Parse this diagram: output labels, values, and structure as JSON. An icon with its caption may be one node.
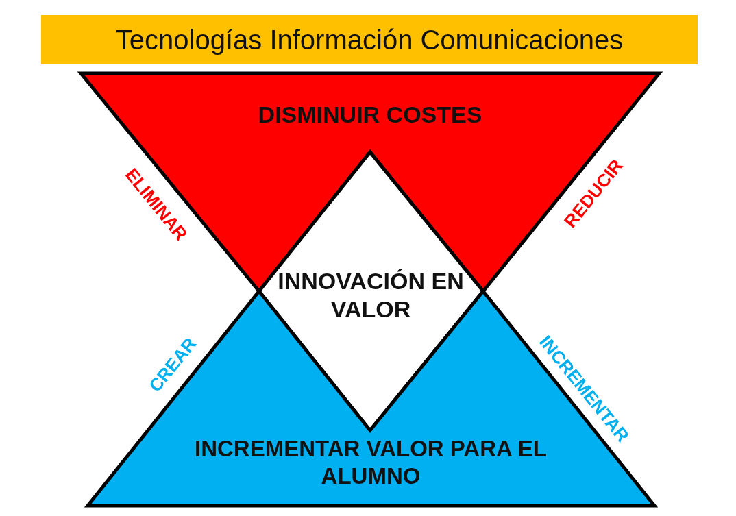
{
  "diagram": {
    "title": "Tecnologías Información Comunicaciones",
    "nodes": [
      {
        "text": [
          "DISMINUIR COSTES"
        ]
      },
      {
        "text": [
          "INNOVACIÓN EN VALOR"
        ]
      },
      {
        "text": [
          "INCREMENTAR VALOR PARA EL ALUMNO"
        ]
      }
    ],
    "labels": [
      "ELIMINAR",
      "REDUCIR",
      "CREAR",
      "INCREMENTAR"
    ]
  }
}
